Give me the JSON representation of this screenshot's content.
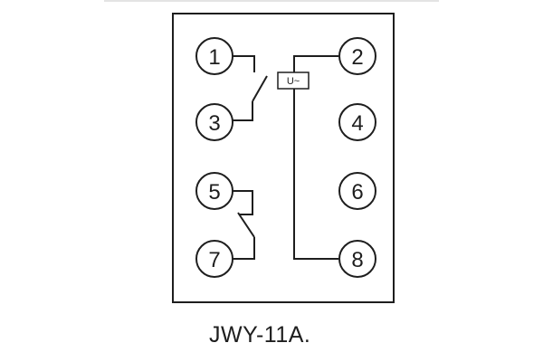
{
  "diagram": {
    "pins": {
      "p1": "1",
      "p2": "2",
      "p3": "3",
      "p4": "4",
      "p5": "5",
      "p6": "6",
      "p7": "7",
      "p8": "8"
    },
    "coil_label": "U~",
    "model": "JWY-11A."
  },
  "colors": {
    "line": "#1e1e1e",
    "background": "#ffffff"
  }
}
